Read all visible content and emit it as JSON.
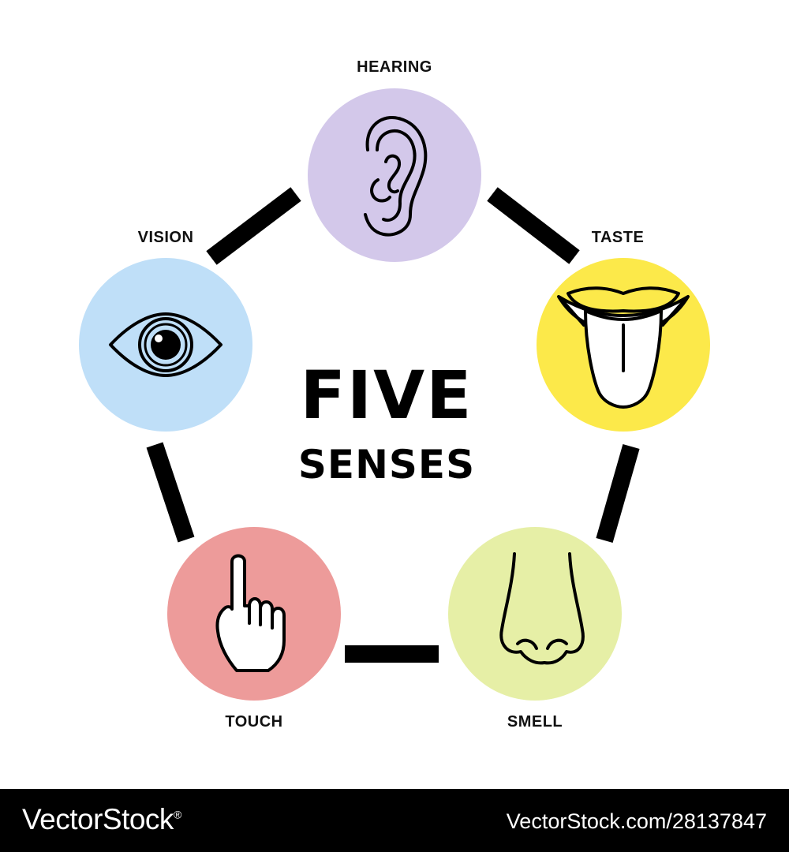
{
  "title": {
    "line1": "FIVE",
    "line2": "SENSES"
  },
  "senses": [
    {
      "label": "HEARING",
      "color": "#d3c8ea",
      "icon": "ear-icon"
    },
    {
      "label": "TASTE",
      "color": "#fce94a",
      "icon": "tongue-icon"
    },
    {
      "label": "SMELL",
      "color": "#e6efa6",
      "icon": "nose-icon"
    },
    {
      "label": "TOUCH",
      "color": "#ed9b9a",
      "icon": "pointing-hand-icon"
    },
    {
      "label": "VISION",
      "color": "#bfdff8",
      "icon": "eye-icon"
    }
  ],
  "footer": {
    "brand": "VectorStock",
    "reg": "®",
    "id": "VectorStock.com/28137847"
  }
}
